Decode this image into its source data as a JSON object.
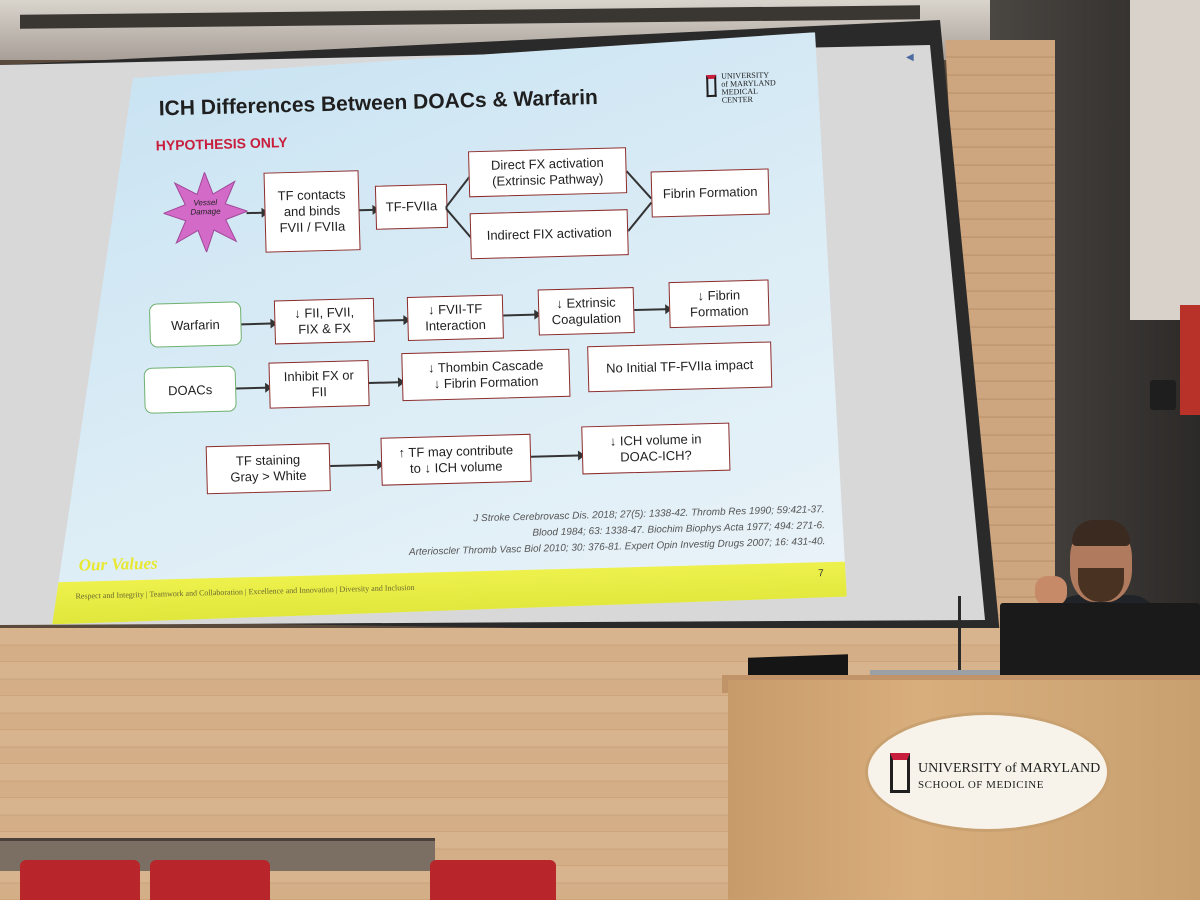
{
  "slide": {
    "title": "ICH Differences Between DOACs & Warfarin",
    "subtitle": "HYPOTHESIS ONLY",
    "logo": [
      "UNIVERSITY",
      "of MARYLAND",
      "MEDICAL",
      "CENTER"
    ],
    "page_number": "7",
    "pathway": {
      "vessel_damage": [
        "Vessel",
        "Damage"
      ],
      "tf_contacts": [
        "TF contacts",
        "and binds",
        "FVII / FVIIa"
      ],
      "tf_fviia": "TF-FVIIa",
      "direct_fx": [
        "Direct FX activation",
        "(Extrinsic Pathway)"
      ],
      "indirect_fix": "Indirect FIX activation",
      "fibrin_formation": "Fibrin Formation"
    },
    "warfarin_row": {
      "label": "Warfarin",
      "step1": [
        "↓ FII, FVII,",
        "FIX & FX"
      ],
      "step2": [
        "↓ FVII-TF",
        "Interaction"
      ],
      "step3": [
        "↓ Extrinsic",
        "Coagulation"
      ],
      "step4": [
        "↓ Fibrin",
        "Formation"
      ]
    },
    "doacs_row": {
      "label": "DOACs",
      "step1": [
        "Inhibit FX or",
        "FII"
      ],
      "step2": [
        "↓ Thombin Cascade",
        "↓ Fibrin Formation"
      ],
      "step3": "No Initial TF-FVIIa impact"
    },
    "tf_row": {
      "step1": [
        "TF staining",
        "Gray > White"
      ],
      "step2": [
        "↑ TF may contribute",
        "to ↓ ICH volume"
      ],
      "step3": [
        "↓ ICH volume in",
        "DOAC-ICH?"
      ]
    },
    "references": [
      "J Stroke Cerebrovasc Dis. 2018; 27(5): 1338-42.   Thromb Res 1990; 59:421-37.",
      "Blood 1984; 63: 1338-47.   Biochim Biophys Acta 1977; 494: 271-6.",
      "Arterioscler Thromb Vasc Biol 2010; 30: 376-81.   Expert Opin Investig Drugs 2007; 16: 431-40."
    ],
    "values_title": "Our Values",
    "values_text": "Respect and Integrity  |  Teamwork and Collaboration  |  Excellence and Innovation  |  Diversity and Inclusion"
  },
  "podium_sign": {
    "line1": "UNIVERSITY of MARYLAND",
    "line2": "SCHOOL OF MEDICINE"
  },
  "icons": {
    "projector": "◀"
  }
}
